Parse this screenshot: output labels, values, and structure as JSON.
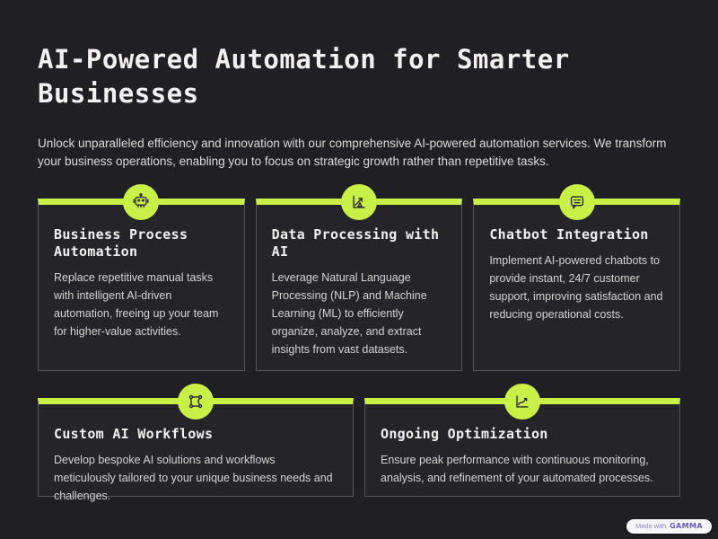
{
  "page": {
    "title": "AI-Powered Automation for Smarter Businesses",
    "subtitle": "Unlock unparalleled efficiency and innovation with our comprehensive AI-powered automation services. We transform your business operations, enabling you to focus on strategic growth rather than repetitive tasks."
  },
  "colors": {
    "accent_lime": "#c9f046",
    "page_background": "#201f24",
    "card_background": "#252429",
    "card_border": "#55545a",
    "badge_text": "#655ac9"
  },
  "cards": [
    {
      "icon": "robot-icon",
      "title": "Business Process Automation",
      "description": "Replace repetitive manual tasks with intelligent AI-driven automation, freeing up your team for higher-value activities."
    },
    {
      "icon": "chart-trend-arrow-icon",
      "title": "Data Processing with AI",
      "description": "Leverage Natural Language Processing (NLP) and Machine Learning (ML) to efficiently organize, analyze, and extract insights from vast datasets."
    },
    {
      "icon": "chat-bubble-icon",
      "title": "Chatbot Integration",
      "description": "Implement AI-powered chatbots to provide instant, 24/7 customer support, improving satisfaction and reducing operational costs."
    },
    {
      "icon": "vector-nodes-icon",
      "title": "Custom AI Workflows",
      "description": "Develop bespoke AI solutions and workflows meticulously tailored to your unique business needs and challenges."
    },
    {
      "icon": "line-chart-icon",
      "title": "Ongoing Optimization",
      "description": "Ensure peak performance with continuous monitoring, analysis, and refinement of your automated processes."
    }
  ],
  "badge": {
    "prefix": "Made with",
    "brand": "GAMMA"
  }
}
